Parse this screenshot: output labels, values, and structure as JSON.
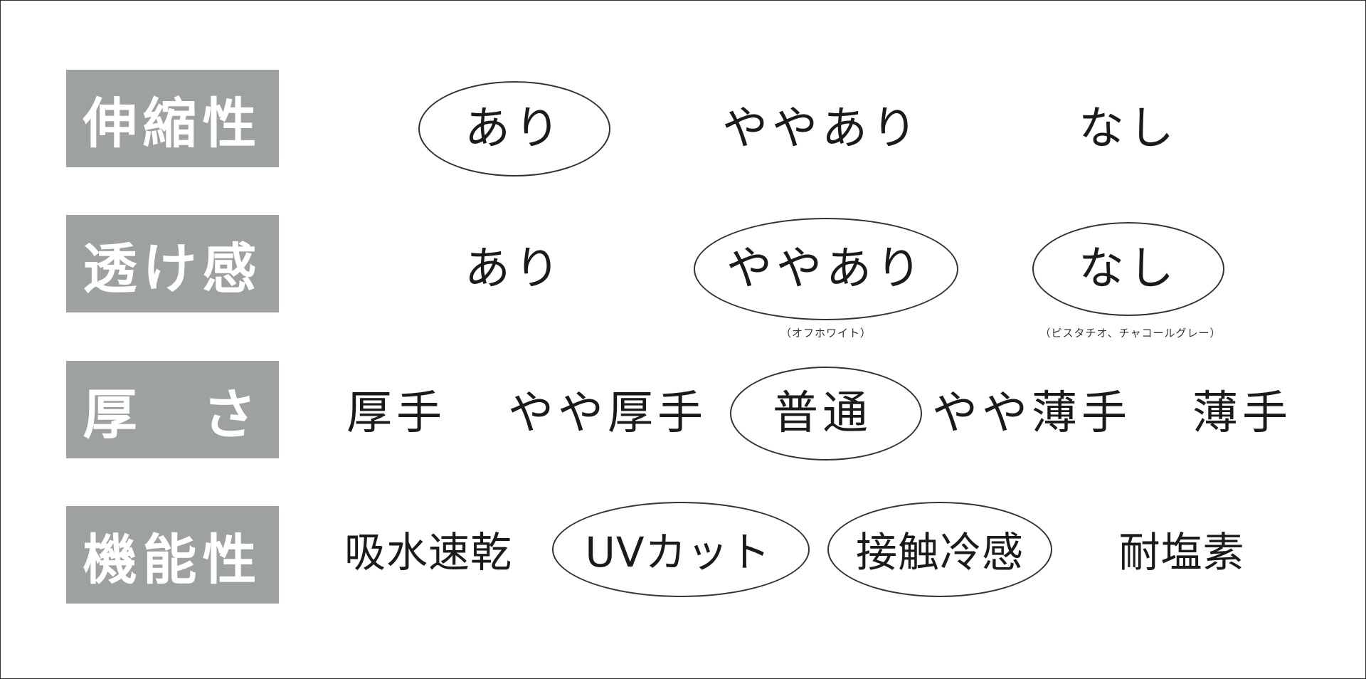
{
  "rows": [
    {
      "label": "伸縮性",
      "options": [
        {
          "text": "あり",
          "selected": true
        },
        {
          "text": "ややあり",
          "selected": false
        },
        {
          "text": "なし",
          "selected": false
        }
      ]
    },
    {
      "label": "透け感",
      "options": [
        {
          "text": "あり",
          "selected": false
        },
        {
          "text": "ややあり",
          "selected": true,
          "note": "（オフホワイト）"
        },
        {
          "text": "なし",
          "selected": true,
          "note": "（ピスタチオ、チャコールグレー）"
        }
      ]
    },
    {
      "label": "厚　さ",
      "options": [
        {
          "text": "厚手",
          "selected": false
        },
        {
          "text": "やや厚手",
          "selected": false
        },
        {
          "text": "普通",
          "selected": true
        },
        {
          "text": "やや薄手",
          "selected": false
        },
        {
          "text": "薄手",
          "selected": false
        }
      ]
    },
    {
      "label": "機能性",
      "options": [
        {
          "text": "吸水速乾",
          "selected": false
        },
        {
          "text": "UVカット",
          "selected": true
        },
        {
          "text": "接触冷感",
          "selected": true
        },
        {
          "text": "耐塩素",
          "selected": false
        }
      ]
    }
  ],
  "colors": {
    "label_bg": "#9ea1a1",
    "label_text": "#ffffff",
    "text": "#1a1a1a",
    "ring": "#333333"
  }
}
